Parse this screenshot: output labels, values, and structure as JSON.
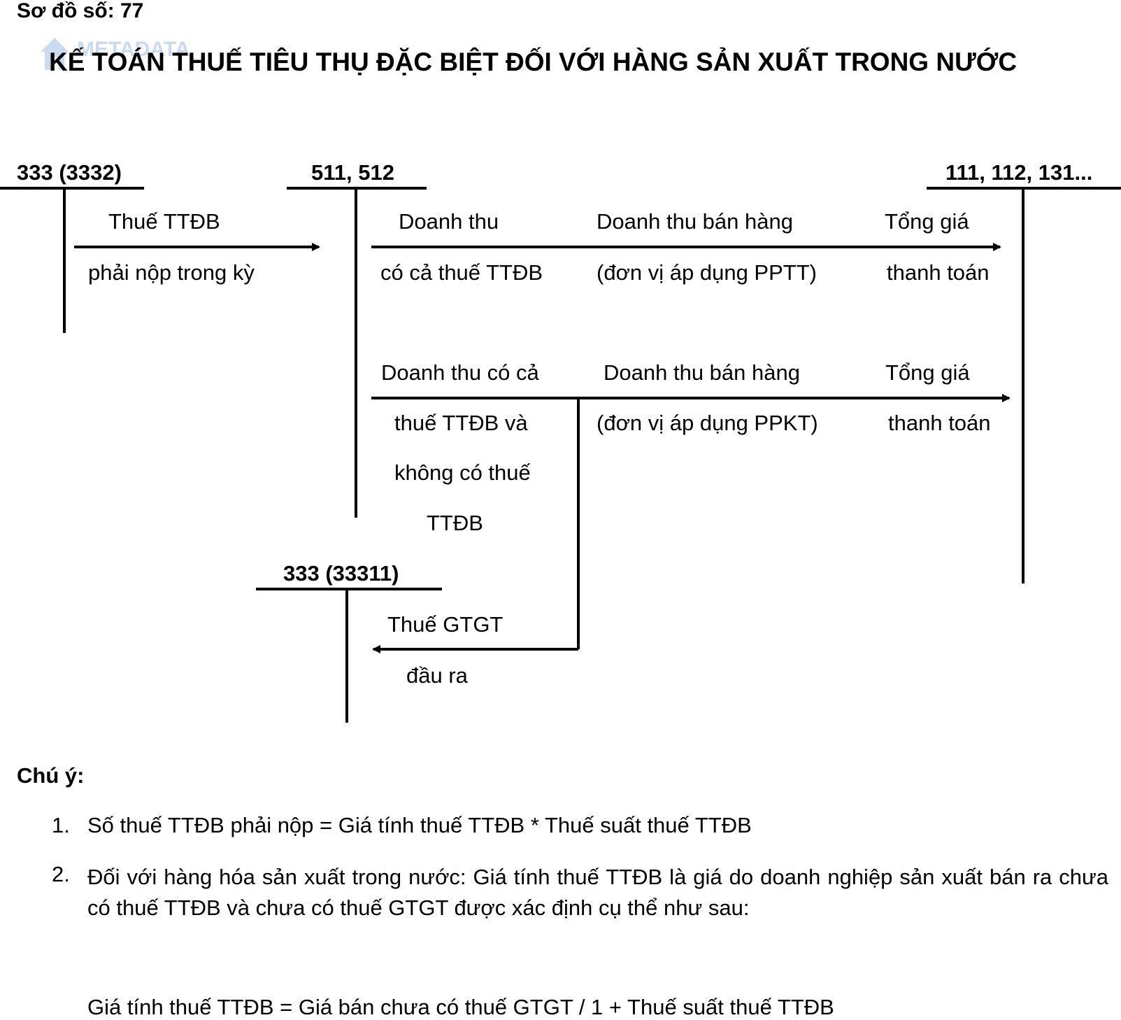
{
  "header": {
    "diagram_number": "Sơ đồ số: 77",
    "title": "KẾ TOÁN THUẾ TIÊU THỤ ĐẶC BIỆT ĐỐI VỚI HÀNG SẢN XUẤT TRONG NƯỚC"
  },
  "watermark": {
    "text": "METADATA",
    "icon": "house-logo-icon"
  },
  "accounts": {
    "a333_3332": "333 (3332)",
    "a511_512": "511, 512",
    "a111_112_131": "111, 112, 131...",
    "a333_33311": "333 (33311)"
  },
  "labels": {
    "excise_line1": "Thuế TTĐB",
    "excise_line2": "phải nộp trong kỳ",
    "rev_incl_line1": "Doanh thu",
    "rev_incl_line2": "có cả thuế TTĐB",
    "sales_pptt_line1": "Doanh thu bán hàng",
    "sales_pptt_line2": "(đơn vị áp dụng PPTT)",
    "total1_line1": "Tổng giá",
    "total1_line2": "thanh toán",
    "rev_mix_line1": "Doanh thu có cả",
    "rev_mix_line2": "thuế TTĐB và",
    "rev_mix_line3": "không có thuế",
    "rev_mix_line4": "TTĐB",
    "sales_ppkt_line1": "Doanh thu bán hàng",
    "sales_ppkt_line2": "(đơn vị áp dụng PPKT)",
    "total2_line1": "Tổng giá",
    "total2_line2": "thanh toán",
    "vat_line1": "Thuế GTGT",
    "vat_line2": "đầu ra"
  },
  "notes": {
    "heading": "Chú ý:",
    "item1_num": "1.",
    "item1_text": "Số thuế TTĐB phải nộp = Giá tính thuế TTĐB * Thuế suất thuế TTĐB",
    "item2_num": "2.",
    "item2_text": "Đối với hàng hóa sản xuất trong nước: Giá tính thuế TTĐB là giá do doanh nghiệp sản xuất bán ra chưa có thuế TTĐB và chưa có thuế GTGT được xác định cụ thể như sau:",
    "formula": "Giá tính thuế TTĐB = Giá bán chưa có thuế GTGT / 1 + Thuế suất thuế TTĐB"
  }
}
